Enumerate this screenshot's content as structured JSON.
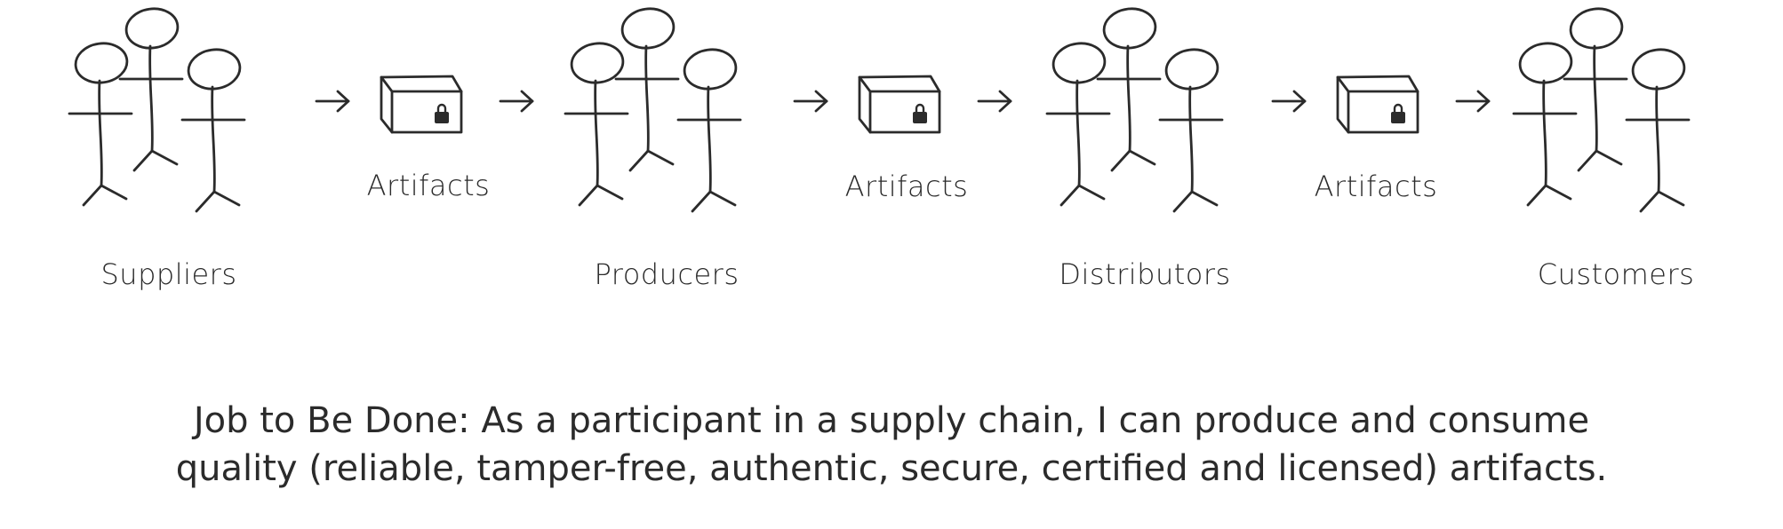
{
  "participants": [
    {
      "id": "suppliers",
      "label": "Suppliers"
    },
    {
      "id": "producers",
      "label": "Producers"
    },
    {
      "id": "distributors",
      "label": "Distributors"
    },
    {
      "id": "customers",
      "label": "Customers"
    }
  ],
  "artifacts": [
    {
      "label": "Artifacts"
    },
    {
      "label": "Artifacts"
    },
    {
      "label": "Artifacts"
    }
  ],
  "icons": {
    "person": "stick-figure-icon",
    "artifact": "locked-box-icon",
    "arrow": "arrow-right-icon"
  },
  "statement": {
    "line1": "Job to Be Done: As a participant in a supply chain, I can produce and consume",
    "line2": "quality (reliable, tamper-free, authentic, secure, certified and licensed) artifacts."
  }
}
